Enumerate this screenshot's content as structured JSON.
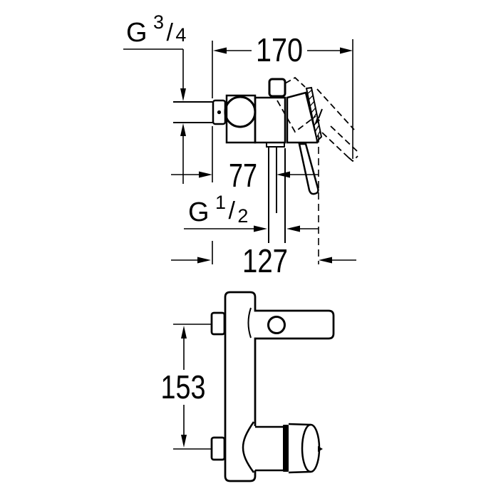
{
  "page": {
    "background": "#ffffff"
  },
  "drawing": {
    "line_color": "#000000",
    "dimensions": {
      "overall_depth": "170",
      "wall_to_outlet": "77",
      "outlet_depth": "127",
      "connection_height": "153"
    },
    "threads": {
      "inlet": {
        "letter": "G",
        "numerator": "3",
        "slash": "/",
        "denominator": "4"
      },
      "outlet": {
        "letter": "G",
        "numerator": "1",
        "slash": "/",
        "denominator": "2"
      }
    }
  }
}
